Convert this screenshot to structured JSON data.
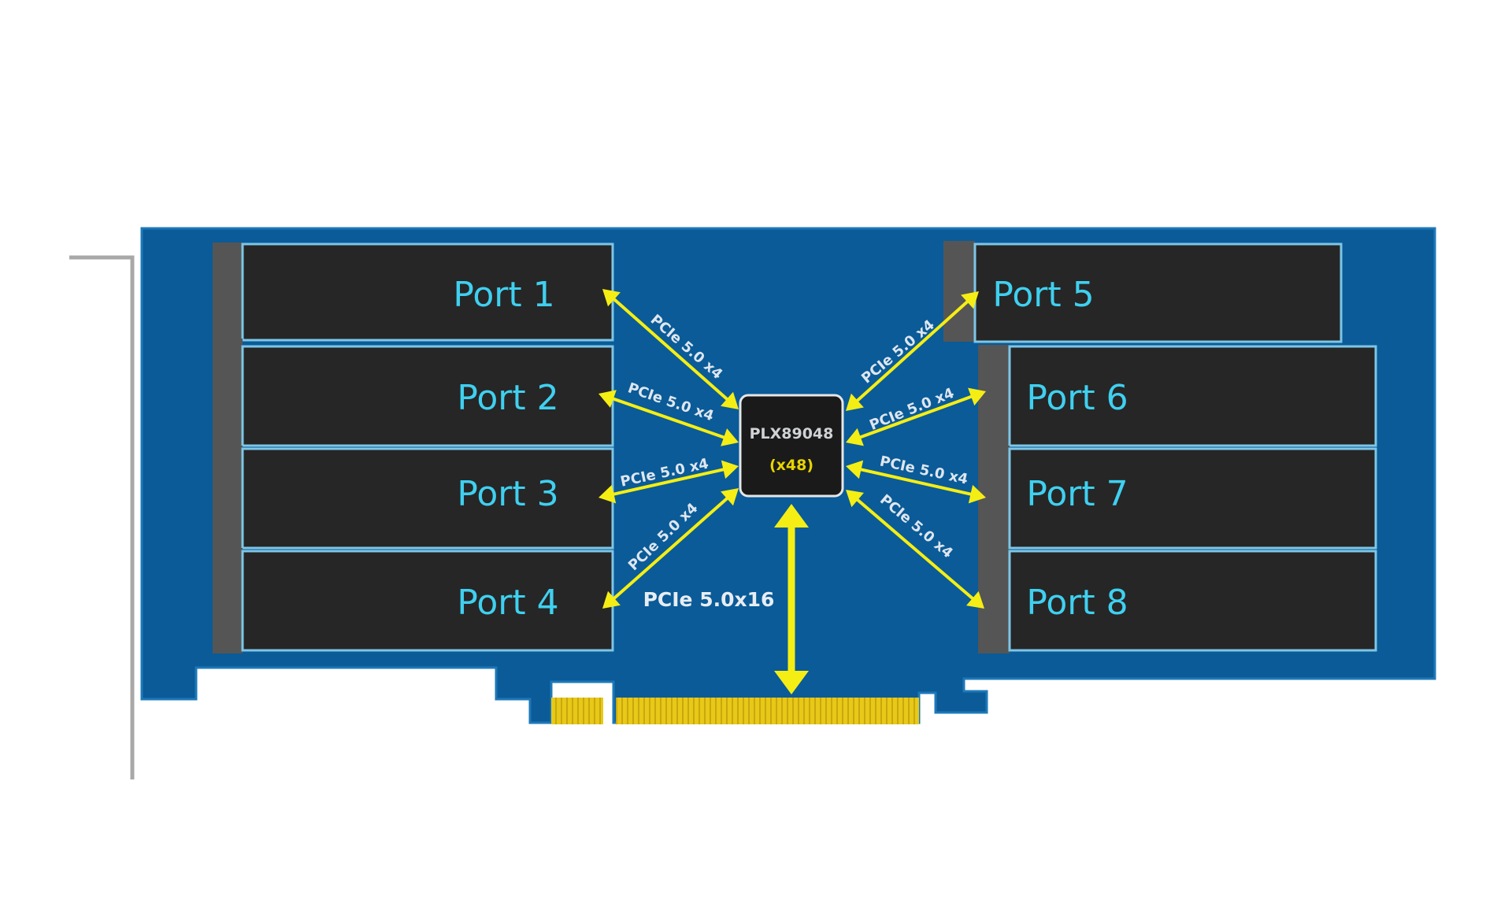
{
  "chip": {
    "name": "PLX89048",
    "lanes": "(x48)"
  },
  "ports": [
    "Port 1",
    "Port 2",
    "Port 3",
    "Port 4",
    "Port 5",
    "Port 6",
    "Port 7",
    "Port 8"
  ],
  "links": {
    "port1": "PCIe 5.0 x4",
    "port2": "PCIe 5.0 x4",
    "port3": "PCIe 5.0 x4",
    "port4": "PCIe 5.0 x4",
    "port5": "PCIe 5.0 x4",
    "port6": "PCIe 5.0 x4",
    "port7": "PCIe 5.0 x4",
    "port8": "PCIe 5.0 x4",
    "host": "PCIe 5.0x16"
  },
  "colors": {
    "board": "#0a5b98",
    "slot_fill": "#262626",
    "slot_outline": "#7ec6e6",
    "latch": "#555555",
    "arrow": "#f5ee14",
    "gold_fingers": "#e8c818",
    "port_text": "#3fd0f0",
    "bracket": "#a8a8a8"
  },
  "icons": {
    "arrow": "double-headed-arrow",
    "gold_fingers": "pcie-edge-connector"
  }
}
